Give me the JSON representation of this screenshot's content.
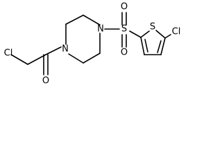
{
  "molecule": {
    "atoms": {
      "cl_left": "Cl",
      "o_carbonyl": "O",
      "n_left": "N",
      "n_right": "N",
      "s_sulfonyl": "S",
      "o_sulfonyl_top": "O",
      "o_sulfonyl_bottom": "O",
      "s_thiophene": "S",
      "cl_right": "Cl"
    },
    "colors": {
      "bond": "#000000",
      "label": "#000000",
      "background": "#ffffff"
    }
  }
}
